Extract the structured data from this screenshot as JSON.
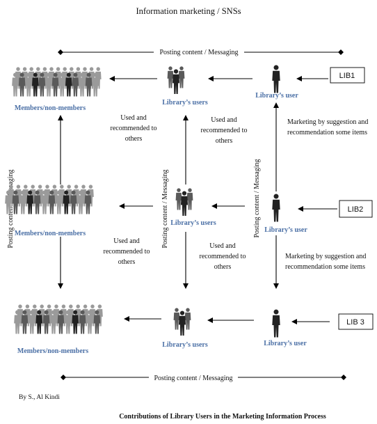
{
  "header": {
    "title": "Information marketing / SNSs"
  },
  "labels": {
    "posting_top": "Posting content / Messaging",
    "posting_bottom": "Posting content / Messaging",
    "posting_left": "Posting content / Messaging",
    "posting_mid": "Posting content / Messaging",
    "posting_right": "Posting content / Messaging"
  },
  "libs": {
    "lib1": "LIB1",
    "lib2": "LIB2",
    "lib3": "LIB 3"
  },
  "groups": {
    "members": "Members/non-members",
    "library_users": "Library’s users",
    "library_user": "Library’s user"
  },
  "notes": {
    "used_line1": "Used and",
    "used_line2": "recommended to",
    "used_line3": "others",
    "marketing_line1": "Marketing by suggestion and",
    "marketing_line2": "recommendation some items"
  },
  "footer": {
    "credit": "By S., Al Kindi",
    "caption": "Contributions of Library Users in the Marketing Information Process"
  },
  "colors": {
    "accent_text": "#4a6fa5",
    "figure_dark": "#222222",
    "figure_mid": "#5a5a5a",
    "figure_light": "#9a9a9a"
  },
  "icons": [
    "person-icon",
    "people-group-icon",
    "crowd-icon",
    "arrow-icon"
  ]
}
